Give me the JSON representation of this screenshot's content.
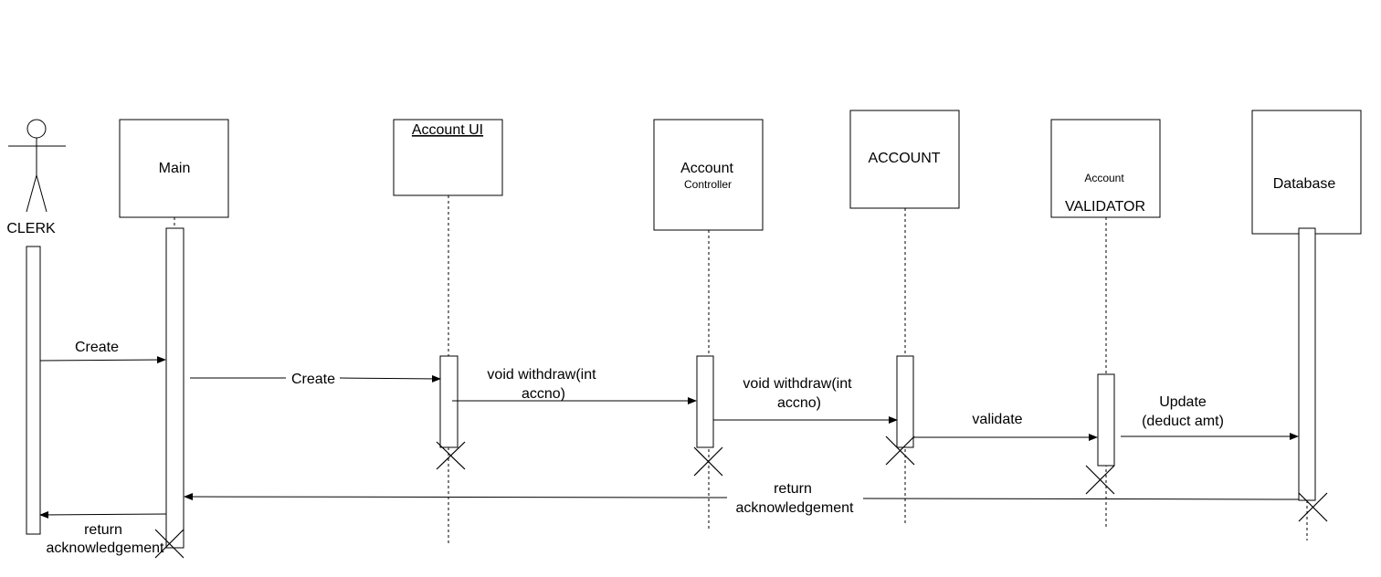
{
  "actor": {
    "label": "CLERK"
  },
  "participants": {
    "main": {
      "label": "Main"
    },
    "account_ui": {
      "label": "Account UI"
    },
    "account_controller": {
      "label": "Account",
      "sublabel": "Controller"
    },
    "account": {
      "label": "ACCOUNT"
    },
    "account_validator": {
      "label": "Account",
      "sublabel": "VALIDATOR"
    },
    "database": {
      "label": "Database"
    }
  },
  "messages": {
    "create_main": "Create",
    "create_ui": "Create",
    "withdraw_controller": {
      "line1": "void withdraw(int",
      "line2": "accno)"
    },
    "withdraw_account": {
      "line1": "void withdraw(int",
      "line2": "accno)"
    },
    "validate": "validate",
    "update": {
      "line1": "Update",
      "line2": "(deduct amt)"
    },
    "return_main": {
      "line1": "return",
      "line2": "acknowledgement"
    },
    "return_clerk": {
      "line1": "return",
      "line2": "acknowledgement"
    }
  }
}
